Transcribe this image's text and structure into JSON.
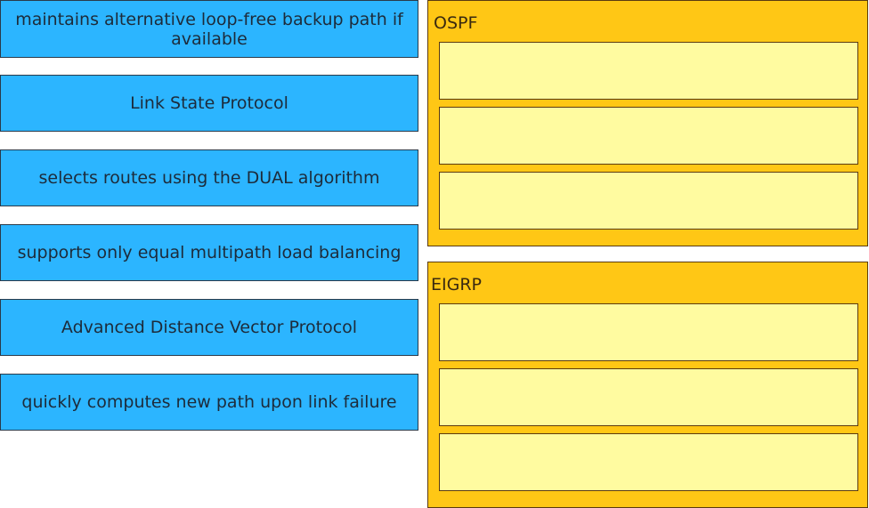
{
  "items": [
    "maintains alternative loop-free backup path if available",
    "Link State Protocol",
    "selects routes using the DUAL algorithm",
    "supports only equal multipath load balancing",
    "Advanced Distance Vector Protocol",
    "quickly computes new path upon link failure"
  ],
  "targets": {
    "ospf": "OSPF",
    "eigrp": "EIGRP"
  }
}
